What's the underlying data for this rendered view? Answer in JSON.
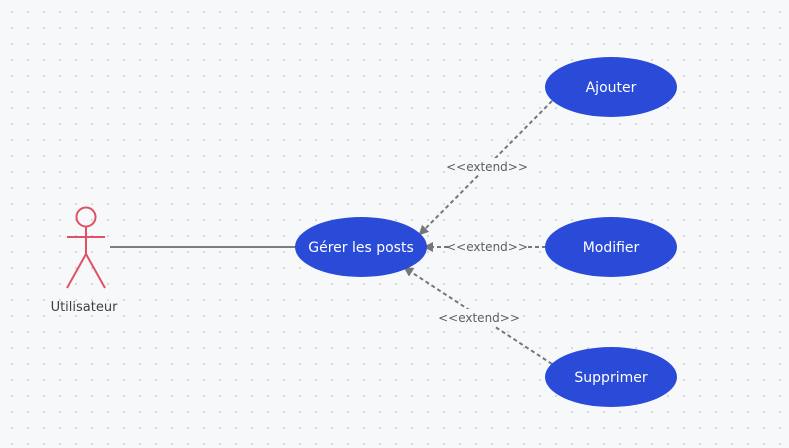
{
  "diagram": {
    "type": "use-case",
    "actor": {
      "name": "Utilisateur",
      "color": "#e05263"
    },
    "main_usecase": {
      "label": "Gérer les posts"
    },
    "usecases": [
      {
        "label": "Ajouter"
      },
      {
        "label": "Modifier"
      },
      {
        "label": "Supprimer"
      }
    ],
    "relations": [
      {
        "type": "association",
        "from": "Utilisateur",
        "to": "Gérer les posts"
      },
      {
        "type": "extend",
        "label": "<<extend>>",
        "from": "Ajouter",
        "to": "Gérer les posts"
      },
      {
        "type": "extend",
        "label": "<<extend>>",
        "from": "Modifier",
        "to": "Gérer les posts"
      },
      {
        "type": "extend",
        "label": "<<extend>>",
        "from": "Supprimer",
        "to": "Gérer les posts"
      }
    ],
    "colors": {
      "usecase_fill": "#2a4bd7",
      "line": "#777777",
      "association_line": "#555555"
    }
  }
}
